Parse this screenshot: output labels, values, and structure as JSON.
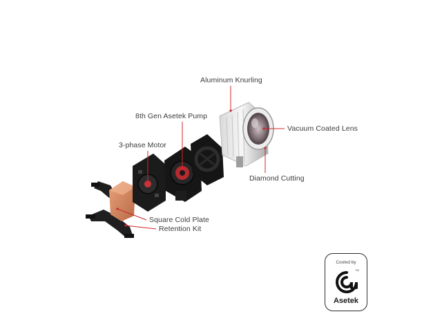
{
  "diagram": {
    "callouts": {
      "aluminum_knurling": "Aluminum Knurling",
      "pump": "8th Gen Asetek Pump",
      "motor": "3-phase Motor",
      "vacuum_lens": "Vacuum Coated Lens",
      "diamond_cutting": "Diamond Cutting",
      "cold_plate": "Square Cold Plate",
      "retention_kit": "Retention Kit"
    },
    "leader_color": "#d0252b"
  },
  "badge": {
    "cooled_by": "Cooled by",
    "trademark": "TM",
    "brand": "Asetek"
  }
}
